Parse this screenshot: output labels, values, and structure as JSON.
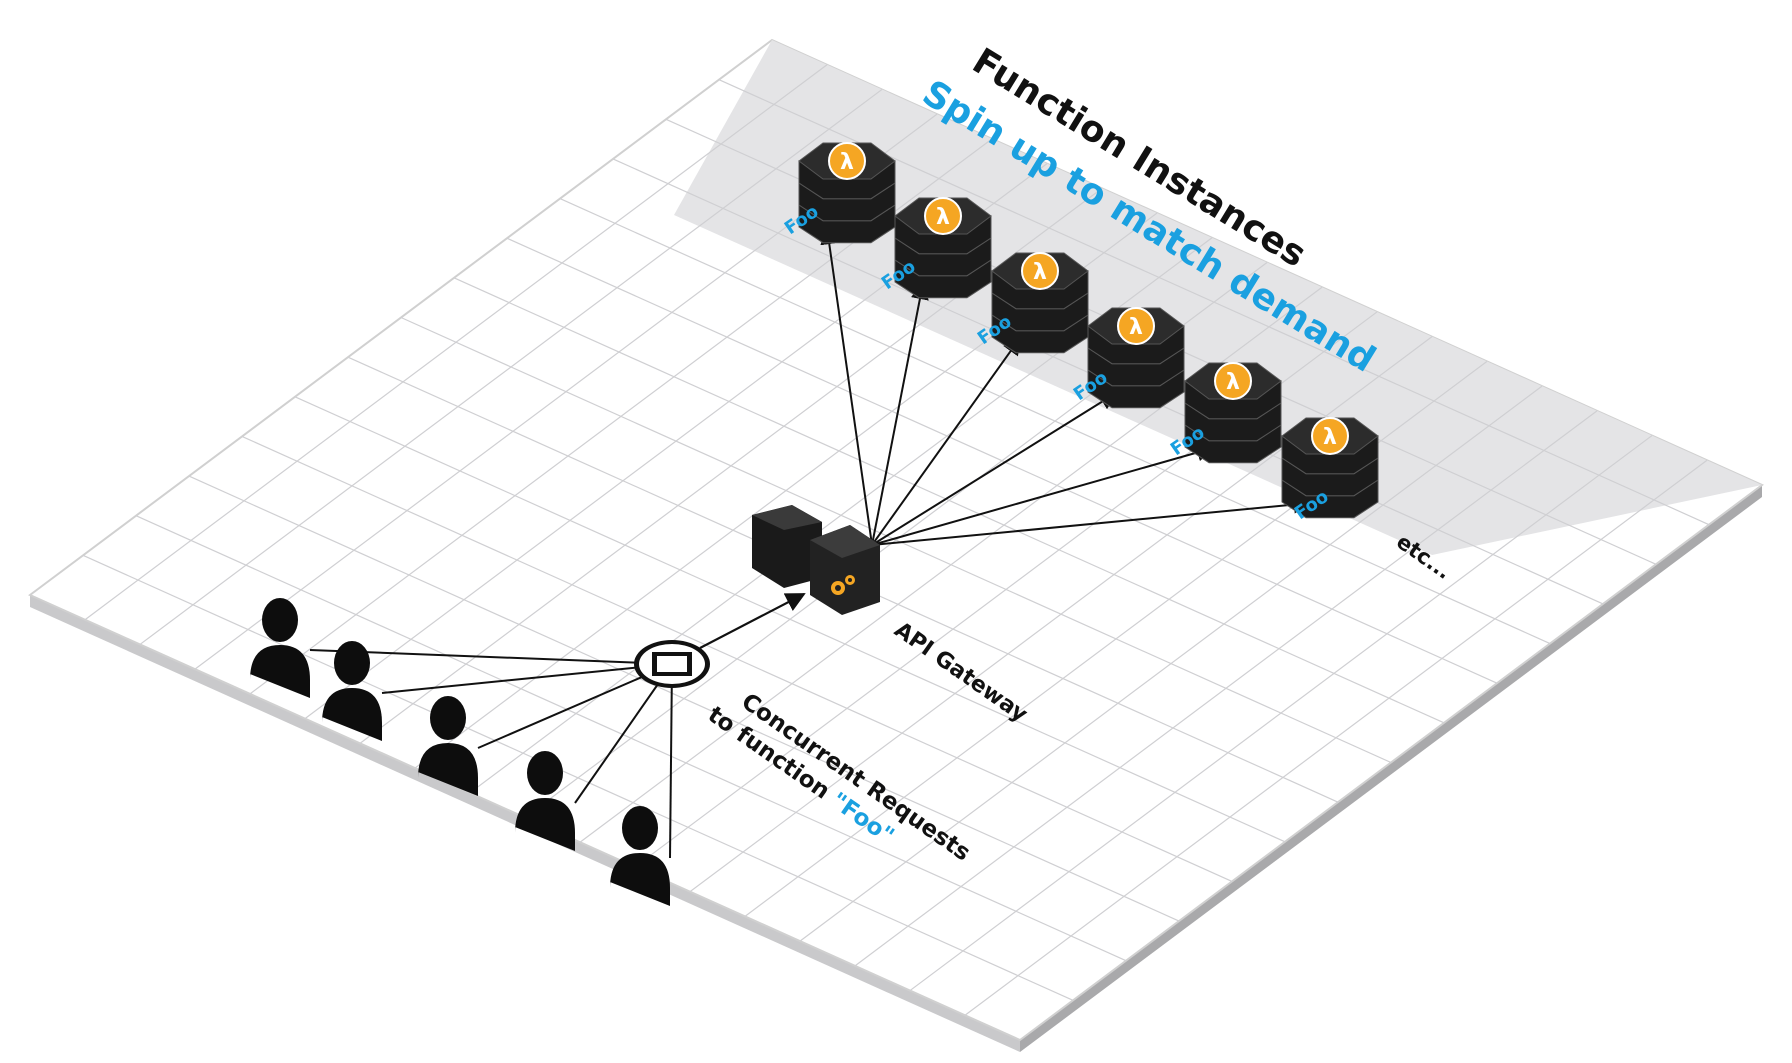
{
  "title": "Function Instances",
  "subtitle": "Spin up to match demand",
  "gateway_label": "API Gateway",
  "requests_label_line1": "Concurrent Requests",
  "requests_label_line2_prefix": "to function ",
  "requests_label_line2_highlight": "\"Foo\"",
  "etc_label": "etc...",
  "instances": [
    {
      "label": "Foo",
      "icon": "lambda-icon"
    },
    {
      "label": "Foo",
      "icon": "lambda-icon"
    },
    {
      "label": "Foo",
      "icon": "lambda-icon"
    },
    {
      "label": "Foo",
      "icon": "lambda-icon"
    },
    {
      "label": "Foo",
      "icon": "lambda-icon"
    },
    {
      "label": "Foo",
      "icon": "lambda-icon"
    }
  ],
  "users_count_icons": "user-icon",
  "colors": {
    "accent_blue": "#1aa0e0",
    "lambda_orange": "#f5a623",
    "server_dark": "#1a1a1a",
    "grid_shaded": "#e4e4e6"
  }
}
